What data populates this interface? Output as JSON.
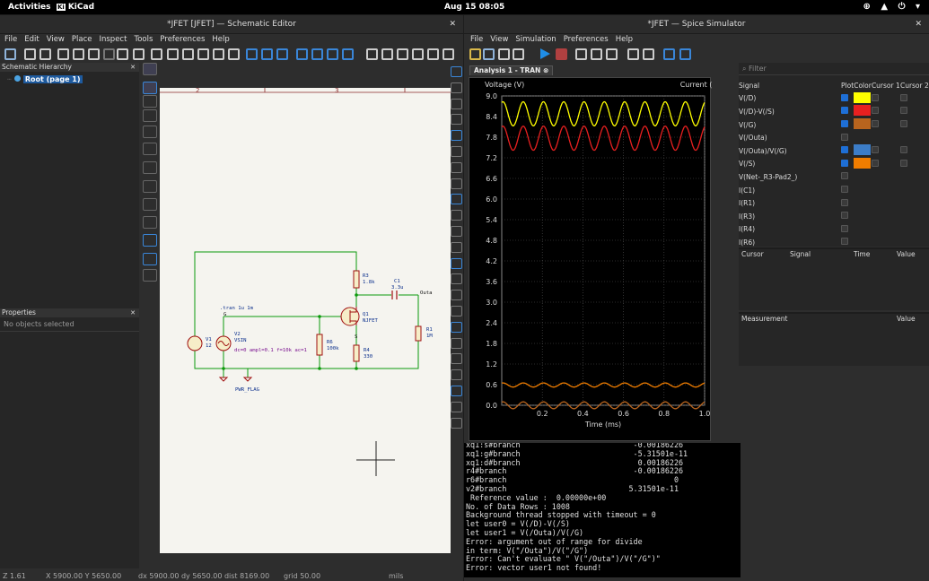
{
  "topbar": {
    "activities": "Activities",
    "app": "KiCad",
    "app_badge": "Ki",
    "clock": "Aug 15  08:05",
    "tray": "⊕ ▲ ⏻ ▾"
  },
  "schematic": {
    "title": "*JFET [JFET] — Schematic Editor",
    "close": "✕",
    "menu": [
      "File",
      "Edit",
      "View",
      "Place",
      "Inspect",
      "Tools",
      "Preferences",
      "Help"
    ],
    "hierarchy_title": "Schematic Hierarchy",
    "root_item": "Root (page 1)",
    "properties_title": "Properties",
    "properties_empty": "No objects selected",
    "border_labels": [
      "2",
      "3"
    ],
    "parts": {
      "v1": [
        "V1",
        "12"
      ],
      "v2": [
        "V2",
        "VSIN",
        "dc=0 ampl=0.1 f=10k ac=1"
      ],
      "sim_cmd": ".tran 1u 1m",
      "g_label": "G",
      "r3": [
        "R3",
        "1.8k"
      ],
      "r6": [
        "R6",
        "100k"
      ],
      "r4": [
        "R4",
        "330"
      ],
      "c1": [
        "C1",
        "3.3u"
      ],
      "q1": [
        "Q1",
        "NJFET"
      ],
      "out_label": "Outa",
      "r1": [
        "R1",
        "1M"
      ],
      "s_label": "S",
      "pwr_flag": "PWR_FLAG"
    },
    "status": {
      "zoom": "Z 1.61",
      "xy": "X 5900.00  Y 5650.00",
      "delta": "dx 5900.00  dy 5650.00  dist 8169.00",
      "grid": "grid 50.00",
      "units": "mils"
    }
  },
  "simulator": {
    "title": "*JFET — Spice Simulator",
    "close": "✕",
    "menu": [
      "File",
      "View",
      "Simulation",
      "Preferences",
      "Help"
    ],
    "tab": "Analysis 1 - TRAN",
    "filter_placeholder": "Filter",
    "signals_headers": [
      "Signal",
      "Plot",
      "Color",
      "Cursor 1",
      "Cursor 2"
    ],
    "signals": [
      {
        "name": "V(/D)",
        "plot": true,
        "color": "#ffff00",
        "c1": true
      },
      {
        "name": "V(/D)-V(/S)",
        "plot": true,
        "color": "#e82020",
        "c1": true
      },
      {
        "name": "V(/G)",
        "plot": true,
        "color": "#b8641e",
        "c1": true
      },
      {
        "name": "V(/Outa)",
        "plot": false,
        "color": "",
        "c1": false
      },
      {
        "name": "V(/Outa)/V(/G)",
        "plot": true,
        "color": "#3c7dc8",
        "c1": true
      },
      {
        "name": "V(/S)",
        "plot": true,
        "color": "#f07d00",
        "c1": true
      },
      {
        "name": "V(Net-_R3-Pad2_)",
        "plot": false,
        "color": "",
        "c1": false
      },
      {
        "name": "I(C1)",
        "plot": false,
        "color": "",
        "c1": false
      },
      {
        "name": "I(R1)",
        "plot": false,
        "color": "",
        "c1": false
      },
      {
        "name": "I(R3)",
        "plot": false,
        "color": "",
        "c1": false
      },
      {
        "name": "I(R4)",
        "plot": false,
        "color": "",
        "c1": false
      },
      {
        "name": "I(R6)",
        "plot": false,
        "color": "",
        "c1": false
      }
    ],
    "cursor_headers": [
      "Cursor",
      "Signal",
      "Time",
      "Value"
    ],
    "measurement_headers": [
      "Measurement",
      "Value"
    ],
    "console_lines": [
      "xq1:s#branch                         -0.00186226",
      "xq1:g#branch                         -5.31501e-11",
      "xq1:d#branch                          0.00186226",
      "r4#branch                            -0.00186226",
      "r6#branch                                     0",
      "v2#branch                           5.31501e-11",
      " Reference value :  0.00000e+00",
      "No. of Data Rows : 1008",
      "Background thread stopped with timeout = 0",
      "let user0 = V(/D)-V(/S)",
      "let user1 = V(/Outa)/V(/G)",
      "Error: argument out of range for divide",
      "in term: V(\"/Outa\")/V(\"/G\")",
      "Error: Can't evaluate \" V(\"/Outa\")/V(\"/G\")\"",
      "Error: vector user1 not found!"
    ]
  },
  "chart_data": {
    "type": "line",
    "xlabel": "Time (ms)",
    "ylabel_left": "Voltage (V)",
    "ylabel_right": "Current (A)",
    "xlim": [
      0,
      1.0
    ],
    "ylim": [
      0,
      9.0
    ],
    "x_ticks": [
      "0.2",
      "0.4",
      "0.6",
      "0.8",
      "1.0"
    ],
    "y_ticks": [
      "0.0",
      "0.6",
      "1.2",
      "1.8",
      "2.4",
      "3.0",
      "3.6",
      "4.2",
      "4.8",
      "5.4",
      "6.0",
      "6.6",
      "7.2",
      "7.8",
      "8.4",
      "9.0"
    ],
    "grid": true,
    "series": [
      {
        "color": "#ffff00",
        "offset": 8.48,
        "amplitude": 0.35,
        "cycles": 10
      },
      {
        "color": "#e82020",
        "offset": 7.77,
        "amplitude": 0.35,
        "cycles": 10
      },
      {
        "color": "#f07d00",
        "offset": 0.59,
        "amplitude": 0.06,
        "cycles": 10
      },
      {
        "color": "#b8641e",
        "offset": 0.0,
        "amplitude": 0.1,
        "cycles": 10
      }
    ]
  }
}
